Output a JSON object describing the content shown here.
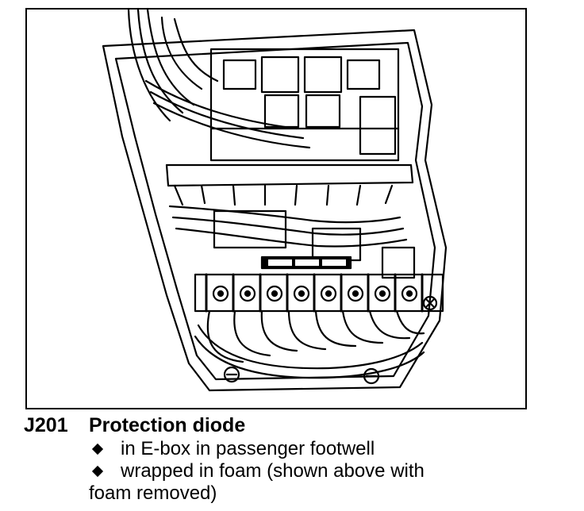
{
  "figure": {
    "component_code": "J201",
    "component_name": "Protection diode",
    "notes": [
      "in E-box in passenger footwell",
      "wrapped in foam (shown above with",
      "foam removed)"
    ],
    "highlighted_part": "protection-diode"
  }
}
